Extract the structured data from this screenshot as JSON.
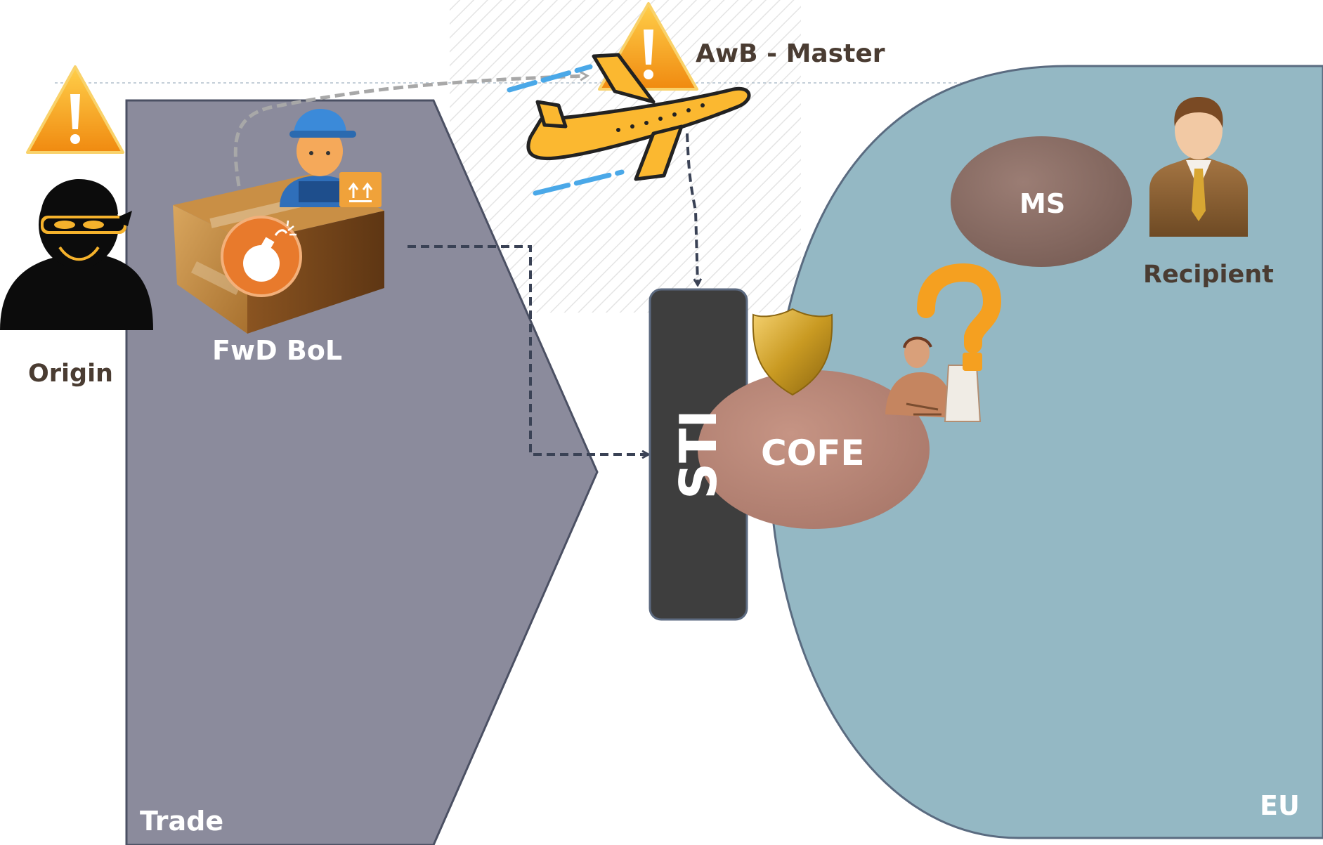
{
  "labels": {
    "origin": "Origin",
    "fwd_bol": "FwD BoL",
    "awb_master": "AwB - Master",
    "sti": "STI",
    "cofe": "COFE",
    "ms": "MS",
    "recipient": "Recipient",
    "trade": "Trade",
    "eu": "EU"
  },
  "colors": {
    "trade_region": "#8b8b9c",
    "eu_region": "#94b8c4",
    "sti_block": "#3e3e3e",
    "cofe_ellipse": "#b88677",
    "ms_ellipse": "#8c7068",
    "warning": "#f5a020",
    "plane": "#fbb830",
    "flow_arrow": "#3a4255",
    "label_text": "#4a3c32"
  },
  "icons": [
    "warning-icon",
    "thief-icon",
    "package-box-icon",
    "bomb-icon",
    "delivery-worker-icon",
    "airplane-icon",
    "badge-shield-icon",
    "officer-icon",
    "question-mark-icon",
    "businessman-icon"
  ]
}
